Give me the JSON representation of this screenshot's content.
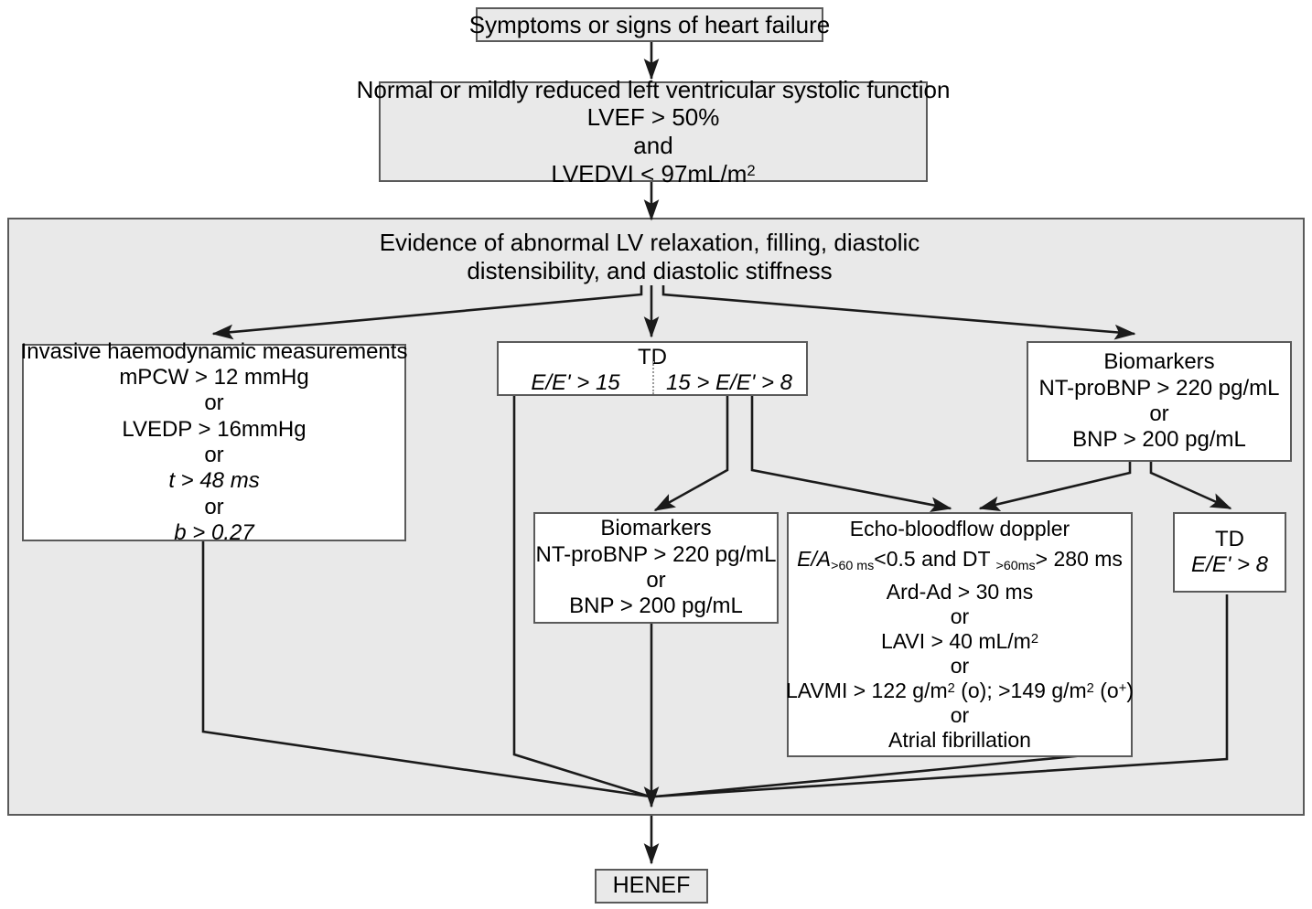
{
  "diagram": {
    "title": "Diagnostic algorithm for heart failure with normal ejection fraction",
    "type": "flowchart",
    "colors": {
      "panel_fill": "#e9e9e9",
      "box_fill_white": "#ffffff",
      "box_fill_gray": "#e9e9e9",
      "border": "#5a5a5a",
      "connector": "#1a1a1a",
      "text": "#000000"
    },
    "nodes": {
      "symptoms": {
        "id": "symptoms",
        "lines": [
          "Symptoms or signs of heart failure"
        ]
      },
      "lv_function": {
        "id": "lv_function",
        "lines": [
          "Normal or mildly reduced left ventricular systolic function",
          "LVEF > 50%",
          "and",
          "LVEDVI < 97mL/m"
        ],
        "superscript_last": "2"
      },
      "evidence_header": {
        "id": "evidence_header",
        "line1": "Evidence of abnormal LV relaxation, filling, diastolic",
        "line2": "distensibility, and diastolic stiffness"
      },
      "invasive": {
        "id": "invasive",
        "title": "Invasive haemodynamic measurements",
        "lines": [
          "mPCW > 12 mmHg",
          "or",
          "LVEDP > 16mmHg",
          "or",
          "t > 48 ms",
          "or",
          "b > 0.27"
        ],
        "italic_vars": [
          "t",
          "b"
        ]
      },
      "td_top": {
        "id": "td_top",
        "title": "TD",
        "left_value": "E/E' > 15",
        "right_value": "15 > E/E' > 8",
        "divider": "dotted"
      },
      "biomarkers_right": {
        "id": "biomarkers_right",
        "title": "Biomarkers",
        "lines": [
          "NT-proBNP > 220 pg/mL",
          "or",
          "BNP > 200 pg/mL"
        ]
      },
      "biomarkers_mid": {
        "id": "biomarkers_mid",
        "title": "Biomarkers",
        "lines": [
          "NT-proBNP > 220 pg/mL",
          "or",
          "BNP > 200 pg/mL"
        ]
      },
      "echo": {
        "id": "echo",
        "title": "Echo-bloodflow doppler",
        "line_ea_prefix": "E/A",
        "line_ea_sub1": ">60 ms",
        "line_ea_mid": "<0.5 and DT ",
        "line_ea_sub2": ">60ms",
        "line_ea_suffix": "> 280 ms",
        "lines": [
          "Ard-Ad > 30 ms",
          "or",
          "LAVI > 40 mL/m",
          "or",
          "LAVMI > 122 g/m",
          "or",
          "Atrial fibrillation"
        ],
        "lavi_sup": "2",
        "lavmi_sup1": "2",
        "lavmi_mid": " (o); >149 g/m",
        "lavmi_sup2": "2",
        "lavmi_suffix_open": " (o",
        "lavmi_sup3": "+",
        "lavmi_suffix_close": ")"
      },
      "td_right": {
        "id": "td_right",
        "title": "TD",
        "value": "E/E' > 8"
      },
      "henef": {
        "id": "henef",
        "lines": [
          "HENEF"
        ]
      }
    },
    "edges": [
      {
        "from": "symptoms",
        "to": "lv_function",
        "style": "arrow-down"
      },
      {
        "from": "lv_function",
        "to": "evidence_header",
        "style": "arrow-down"
      },
      {
        "from": "evidence_header",
        "to": "invasive",
        "style": "arrow-diagonal-left"
      },
      {
        "from": "evidence_header",
        "to": "td_top",
        "style": "arrow-down"
      },
      {
        "from": "evidence_header",
        "to": "biomarkers_right",
        "style": "arrow-diagonal-right"
      },
      {
        "from": "td_top",
        "to": "biomarkers_mid",
        "style": "arrow-diagonal-left"
      },
      {
        "from": "td_top",
        "to": "echo",
        "style": "arrow-diagonal-right"
      },
      {
        "from": "biomarkers_right",
        "to": "echo",
        "style": "arrow-diagonal-left"
      },
      {
        "from": "biomarkers_right",
        "to": "td_right",
        "style": "arrow-diagonal-right"
      },
      {
        "from": "invasive",
        "to": "henef",
        "style": "elbow-converge"
      },
      {
        "from": "td_top",
        "to": "henef",
        "style": "elbow-converge"
      },
      {
        "from": "biomarkers_mid",
        "to": "henef",
        "style": "straight-down"
      },
      {
        "from": "echo",
        "to": "henef",
        "style": "elbow-converge"
      },
      {
        "from": "td_right",
        "to": "henef",
        "style": "elbow-converge"
      }
    ]
  }
}
